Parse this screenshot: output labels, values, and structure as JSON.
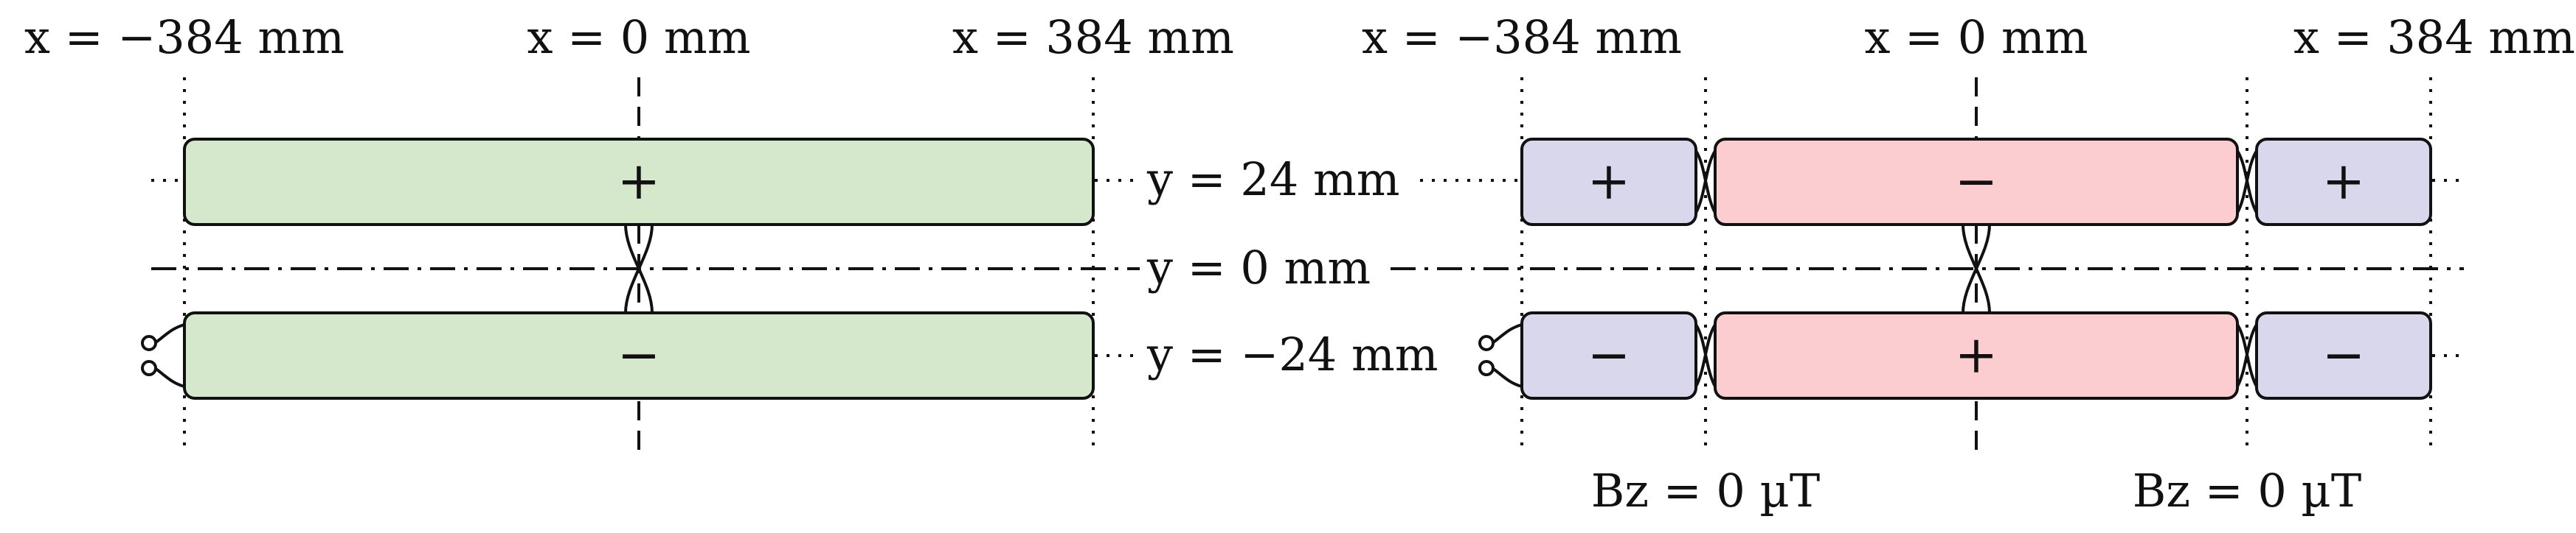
{
  "left_panel": {
    "x_labels": [
      "x = −384 mm",
      "x = 0 mm",
      "x = 384 mm"
    ],
    "y_labels": [
      "y = 24 mm",
      "y = 0 mm",
      "y = −24 mm"
    ],
    "top_sign": "+",
    "bottom_sign": "−",
    "fill_color": "#d5e8cc"
  },
  "right_panel": {
    "x_labels": [
      "x = −384 mm",
      "x = 0 mm",
      "x = 384 mm"
    ],
    "top_signs": [
      "+",
      "−",
      "+"
    ],
    "bottom_signs": [
      "−",
      "+",
      "−"
    ],
    "bz_labels": [
      "Bz = 0 µT",
      "Bz = 0 µT"
    ],
    "outer_color": "#d9d7ec",
    "inner_color": "#fbcdd1"
  }
}
